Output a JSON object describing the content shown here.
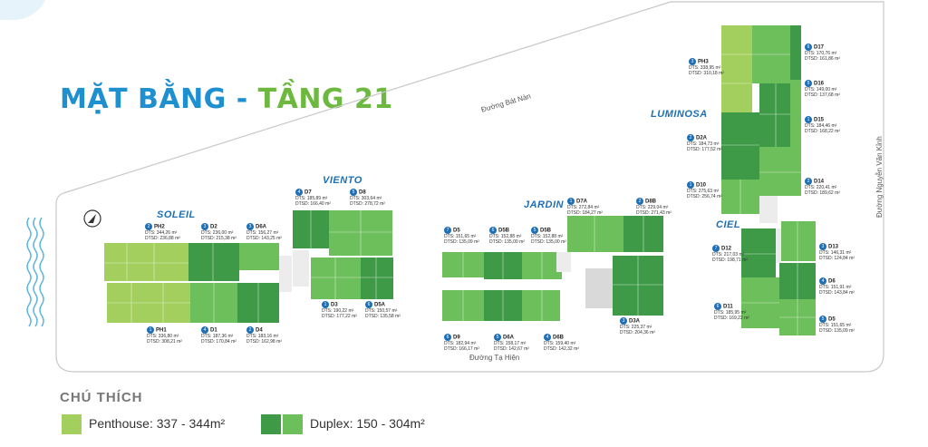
{
  "title": {
    "part1": "MẶT BẰNG - ",
    "part2": "TẦNG 21"
  },
  "streets": {
    "top": "Đường Bát Nàn",
    "bottom": "Đường Tạ Hiện",
    "right": "Đường Nguyễn Văn Kỉnh"
  },
  "buildings": {
    "soleil": "SOLEIL",
    "viento": "VIENTO",
    "jardin": "JARDIN",
    "luminosa": "LUMINOSA",
    "ciel": "CIEL"
  },
  "legend": {
    "title": "CHÚ THÍCH",
    "penthouse": "Penthouse: 337 - 344m²",
    "duplex": "Duplex: 150 - 304m²"
  },
  "colors": {
    "light": "#a3cf5e",
    "mid": "#6cbf5a",
    "dark": "#3f9a47",
    "accent": "#1e8fcf"
  },
  "units": [
    {
      "n": "2",
      "id": "PH2",
      "a": "DTS: 344,26 m²",
      "b": "DTSD: 236,88 m²"
    },
    {
      "n": "3",
      "id": "D2",
      "a": "DTS: 236,00 m²",
      "b": "DTSD: 215,38 m²"
    },
    {
      "n": "3",
      "id": "D6A",
      "a": "DTS: 156,27 m²",
      "b": "DTSD: 143,25 m²"
    },
    {
      "n": "4",
      "id": "D7",
      "a": "DTS: 185,89 m²",
      "b": "DTSD: 166,40 m²"
    },
    {
      "n": "5",
      "id": "D8",
      "a": "DTS: 303,64 m²",
      "b": "DTSD: 278,72 m²"
    },
    {
      "n": "1",
      "id": "PH1",
      "a": "DTS: 336,80 m²",
      "b": "DTSD: 308,21 m²"
    },
    {
      "n": "4",
      "id": "D1",
      "a": "DTS: 187,36 m²",
      "b": "DTSD: 170,84 m²"
    },
    {
      "n": "2",
      "id": "D4",
      "a": "DTS: 183,16 m²",
      "b": "DTSD: 162,98 m²"
    },
    {
      "n": "1",
      "id": "D3",
      "a": "DTS: 190,22 m²",
      "b": "DTSD: 177,22 m²"
    },
    {
      "n": "6",
      "id": "D5A",
      "a": "DTS: 150,57 m²",
      "b": "DTSD: 135,58 m²"
    },
    {
      "n": "1",
      "id": "D7A",
      "a": "DTS: 272,84 m²",
      "b": "DTSD: 184,27 m²"
    },
    {
      "n": "2",
      "id": "D8B",
      "a": "DTS: 229,04 m²",
      "b": "DTSD: 271,43 m²"
    },
    {
      "n": "7",
      "id": "D5",
      "a": "DTS: 151,65 m²",
      "b": "DTSD: 135,09 m²"
    },
    {
      "n": "6",
      "id": "D5B",
      "a": "DTS: 152,88 m²",
      "b": "DTSD: 135,00 m²"
    },
    {
      "n": "5",
      "id": "D5B",
      "a": "DTS: 152,88 m²",
      "b": "DTSD: 135,00 m²"
    },
    {
      "n": "6",
      "id": "D9",
      "a": "DTS: 182,94 m²",
      "b": "DTSD: 166,17 m²"
    },
    {
      "n": "5",
      "id": "D6A",
      "a": "DTS: 158,17 m²",
      "b": "DTSD: 142,67 m²"
    },
    {
      "n": "4",
      "id": "D6B",
      "a": "DTS: 159,40 m²",
      "b": "DTSD: 142,32 m²"
    },
    {
      "n": "3",
      "id": "D3A",
      "a": "DTS: 225,37 m²",
      "b": "DTSD: 204,36 m²"
    },
    {
      "n": "3",
      "id": "PH3",
      "a": "DTS: 338,95 m²",
      "b": "DTSD: 310,18 m²"
    },
    {
      "n": "6",
      "id": "D17",
      "a": "DTS: 170,76 m²",
      "b": "DTSD: 161,86 m²"
    },
    {
      "n": "5",
      "id": "D16",
      "a": "DTS: 149,00 m²",
      "b": "DTSD: 137,68 m²"
    },
    {
      "n": "1",
      "id": "D15",
      "a": "DTS: 184,46 m²",
      "b": "DTSD: 168,22 m²"
    },
    {
      "n": "2",
      "id": "D2A",
      "a": "DTS: 184,73 m²",
      "b": "DTSD: 177,52 m²"
    },
    {
      "n": "1",
      "id": "D10",
      "a": "DTS: 275,63 m²",
      "b": "DTSD: 256,74 m²"
    },
    {
      "n": "2",
      "id": "D14",
      "a": "DTS: 220,41 m²",
      "b": "DTSD: 189,62 m²"
    },
    {
      "n": "7",
      "id": "D12",
      "a": "DTS: 217,03 m²",
      "b": "DTSD: 198,71 m²"
    },
    {
      "n": "3",
      "id": "D13",
      "a": "DTS: 146,31 m²",
      "b": "DTSD: 124,84 m²"
    },
    {
      "n": "4",
      "id": "D6",
      "a": "DTS: 151,91 m²",
      "b": "DTSD: 143,84 m²"
    },
    {
      "n": "6",
      "id": "D11",
      "a": "DTS: 185,95 m²",
      "b": "DTSD: 169,22 m²"
    },
    {
      "n": "5",
      "id": "D5",
      "a": "DTS: 151,65 m²",
      "b": "DTSD: 135,09 m²"
    }
  ]
}
